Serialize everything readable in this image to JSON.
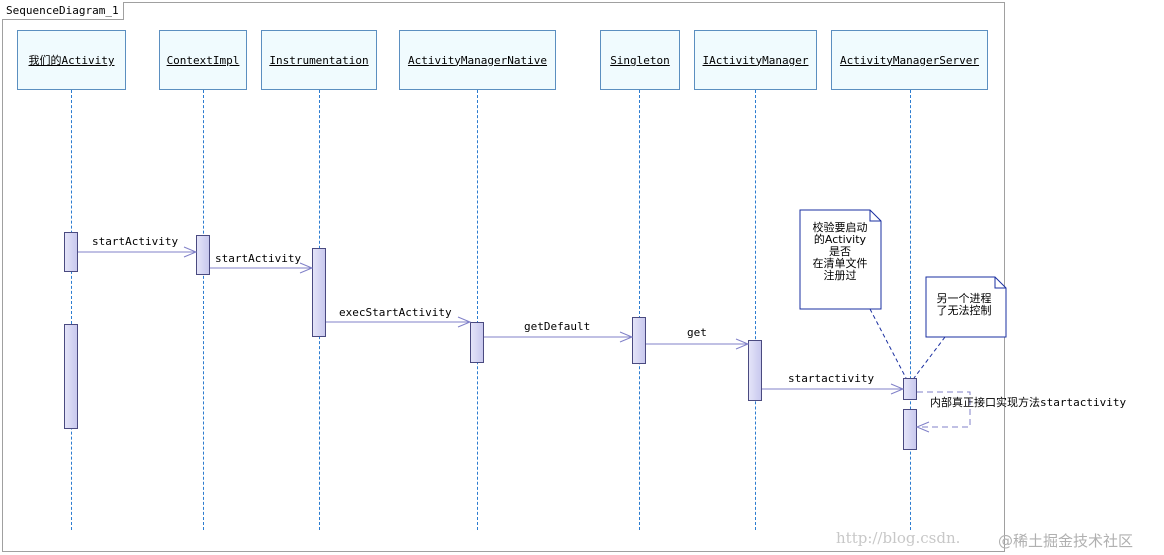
{
  "frame": {
    "title": "SequenceDiagram_1"
  },
  "lifelines": [
    {
      "id": "activity",
      "label": "我们的Activity"
    },
    {
      "id": "contextimpl",
      "label": "ContextImpl"
    },
    {
      "id": "instrumentation",
      "label": "Instrumentation"
    },
    {
      "id": "amn",
      "label": "ActivityManagerNative"
    },
    {
      "id": "singleton",
      "label": "Singleton"
    },
    {
      "id": "iam",
      "label": "IActivityManager"
    },
    {
      "id": "ams",
      "label": "ActivityManagerServer"
    }
  ],
  "messages": [
    {
      "from": "activity",
      "to": "contextimpl",
      "label": "startActivity"
    },
    {
      "from": "contextimpl",
      "to": "instrumentation",
      "label": "startActivity"
    },
    {
      "from": "instrumentation",
      "to": "amn",
      "label": "execStartActivity"
    },
    {
      "from": "amn",
      "to": "singleton",
      "label": "getDefault"
    },
    {
      "from": "singleton",
      "to": "iam",
      "label": "get"
    },
    {
      "from": "iam",
      "to": "ams",
      "label": "startactivity"
    },
    {
      "from": "ams",
      "to": "ams",
      "label": "内部真正接口实现方法startactivity"
    }
  ],
  "notes": [
    {
      "text": "校验要启动\n的Activity\n是否\n在清单文件\n注册过"
    },
    {
      "text": "另一个进程\n了无法控制"
    }
  ],
  "colors": {
    "lifeline": "#2c7cd0",
    "box_border": "#5b8fc0",
    "box_fill": "#f0fbfe",
    "arrow": "#8080c8",
    "note_border": "#1a2fa0"
  },
  "watermark": {
    "url": "http://blog.csdn.",
    "site": "@稀土掘金技术社区"
  }
}
